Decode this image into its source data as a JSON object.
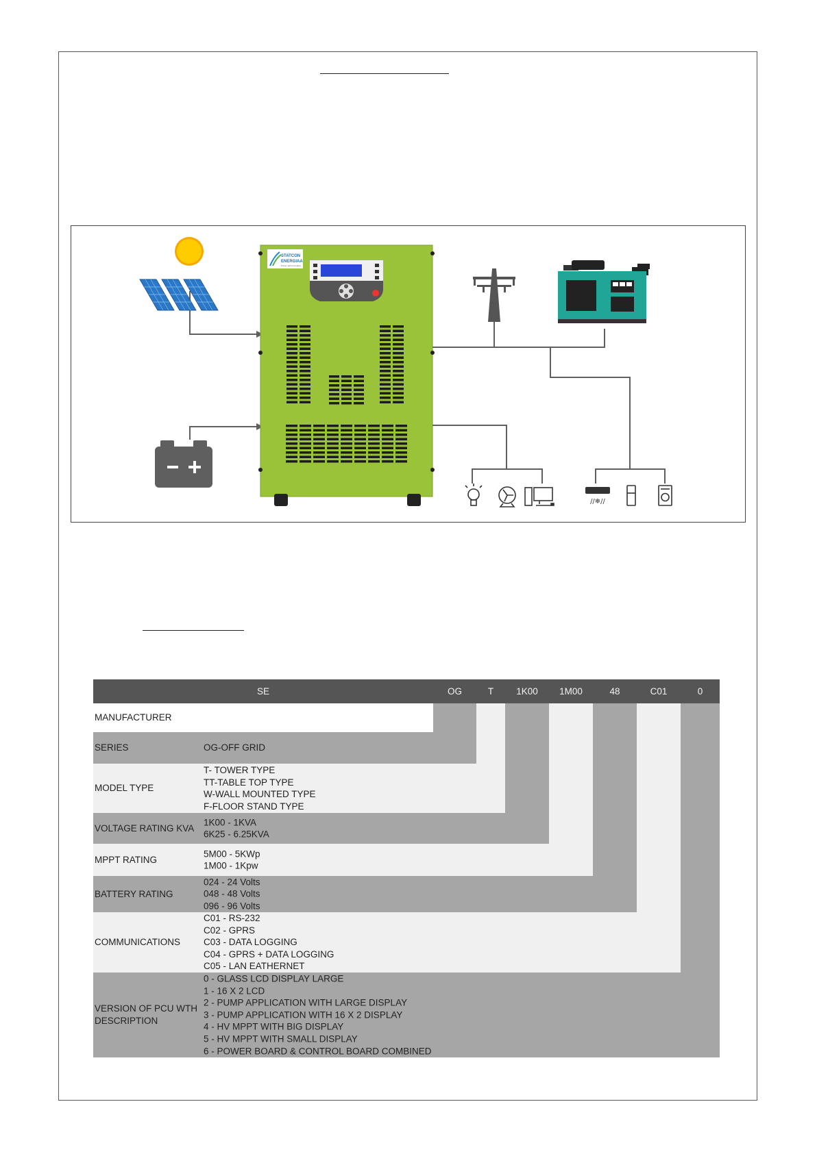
{
  "figure": {
    "brand_name": "STATCON",
    "brand_sub": "ENERGIAA",
    "brand_tag": "Power with Innovation",
    "colors": {
      "cabinet": "#9ac33a",
      "genset": "#21a596",
      "line": "#5f5f5f",
      "lcd": "#2946d8",
      "sun": "#ffcc00",
      "panel": "#2a78c8"
    },
    "icons": [
      "sun-icon",
      "solar-panel-icon",
      "battery-icon",
      "transmission-tower-icon",
      "generator-icon",
      "bulb-icon",
      "fan-icon",
      "computer-icon",
      "air-conditioner-icon",
      "refrigerator-icon",
      "washing-machine-icon"
    ]
  },
  "code_table": {
    "header": {
      "series_code": "SE",
      "codes": [
        "OG",
        "T",
        "1K00",
        "1M00",
        "48",
        "C01",
        "0"
      ]
    },
    "rows": [
      {
        "label": "MANUFACTURER",
        "desc": []
      },
      {
        "label": "SERIES",
        "desc": [
          "OG-OFF GRID"
        ]
      },
      {
        "label": "MODEL TYPE",
        "desc": [
          "T- TOWER TYPE",
          "TT-TABLE TOP TYPE",
          "W-WALL MOUNTED TYPE",
          "F-FLOOR STAND TYPE"
        ]
      },
      {
        "label": "VOLTAGE RATING KVA",
        "desc": [
          "1K00 - 1KVA",
          "6K25 - 6.25KVA"
        ]
      },
      {
        "label": "MPPT RATING",
        "desc": [
          "5M00 - 5KWp",
          "1M00 - 1Kpw"
        ]
      },
      {
        "label": "BATTERY RATING",
        "desc": [
          "024 - 24 Volts",
          "048 - 48 Volts",
          "096 - 96 Volts"
        ]
      },
      {
        "label": "COMMUNICATIONS",
        "desc": [
          "C01 - RS-232",
          "C02 - GPRS",
          "C03 - DATA LOGGING",
          "C04 - GPRS + DATA LOGGING",
          "C05 - LAN EATHERNET"
        ]
      },
      {
        "label": "VERSION OF PCU WTH",
        "label2": "DESCRIPTION",
        "desc": [
          "0 - GLASS LCD DISPLAY LARGE",
          "1 - 16 X 2 LCD",
          "2 - PUMP APPLICATION WITH LARGE DISPLAY",
          "3 - PUMP APPLICATION WITH 16 X 2 DISPLAY",
          "4 - HV MPPT WITH BIG DISPLAY",
          "5 - HV MPPT WITH SMALL DISPLAY",
          "6 - POWER BOARD & CONTROL BOARD COMBINED"
        ]
      }
    ],
    "colors": {
      "header": "#555555",
      "dark": "#a6a6a6",
      "light": "#f0f0f0",
      "white": "#ffffff"
    }
  }
}
